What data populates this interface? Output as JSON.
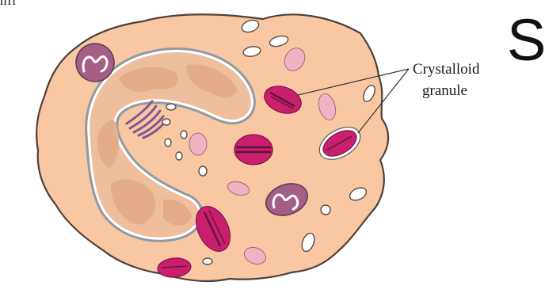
{
  "corner_text": "nil",
  "big_letter": "S",
  "label": {
    "line1": "Crystalloid",
    "line2": "granule"
  },
  "colors": {
    "cytoplasm": "#f9c8a2",
    "cytoplasm_outline": "#4e4038",
    "nucleus_fill": "#efbf9d",
    "chromatin": "#e2ab86",
    "nuclear_envelope": "#8e9aa4",
    "crystalloid_granule": "#c91f6c",
    "crystal_core": "#5a1638",
    "mitochondrion": "#a55e86",
    "light_granule": "#f2b2c4",
    "vesicle": "#ffffff",
    "golgi": "#7f5891"
  }
}
